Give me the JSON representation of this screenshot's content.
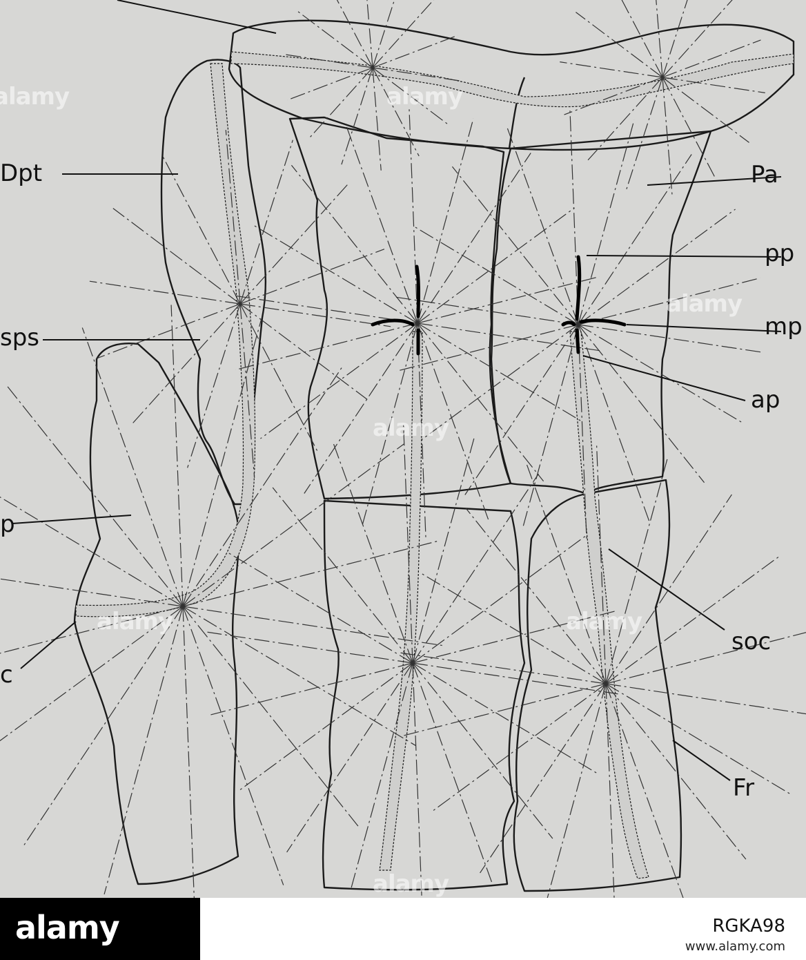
{
  "figure": {
    "labels": {
      "dpt": "Dpt",
      "pa": "Pa",
      "pp": "pp",
      "mp": "mp",
      "sps": "sps",
      "ap": "ap",
      "p_cut": "p",
      "soc": "soc",
      "c_cut": "c",
      "fr": "Fr"
    }
  },
  "watermark": {
    "text": "alamy"
  },
  "footer": {
    "brand": "alamy",
    "image_id": "RGKA98",
    "url": "www.alamy.com"
  }
}
